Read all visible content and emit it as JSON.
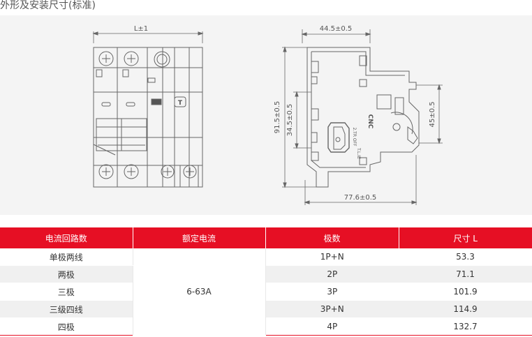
{
  "page": {
    "heading": "外形及安装尺寸(标准)"
  },
  "drawing": {
    "front_width_label": "L±1",
    "front_button_label": "T",
    "side_top_label": "44.5±0.5",
    "side_height_label": "91.5±0.5",
    "side_inner_label": "34.5±0.5",
    "side_right_label": "45±0.5",
    "side_bottom_label": "77.6±0.5",
    "brand_label": "CNC",
    "lever_label_top": "2.TR OFF",
    "lever_label_bottom": "T.L.IE"
  },
  "table": {
    "headers": [
      "电流回路数",
      "额定电流",
      "极数",
      "尺寸 L"
    ],
    "rated_current": "6-63A",
    "rows": [
      {
        "circuit": "单极两线",
        "poles": "1P+N",
        "size": "53.3"
      },
      {
        "circuit": "两极",
        "poles": "2P",
        "size": "71.1"
      },
      {
        "circuit": "三极",
        "poles": "3P",
        "size": "101.9"
      },
      {
        "circuit": "三级四线",
        "poles": "3P+N",
        "size": "114.9"
      },
      {
        "circuit": "四极",
        "poles": "4P",
        "size": "132.7"
      }
    ]
  },
  "colors": {
    "header_red": "#e60f24",
    "drawing_bg": "#f4f4f4",
    "stripe": "#f0f0f0"
  }
}
